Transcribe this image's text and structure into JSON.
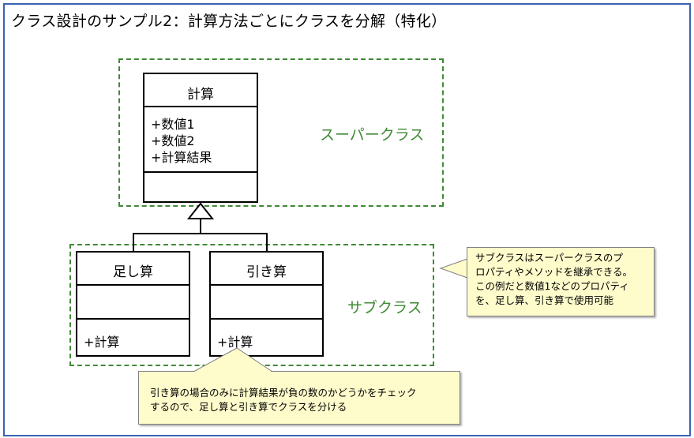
{
  "title": "クラス設計のサンプル2：計算方法ごとにクラスを分解（特化）",
  "superclass_label": "スーパークラス",
  "subclass_label": "サブクラス",
  "super_class": {
    "name": "計算",
    "attributes": [
      "+数値1",
      "+数値2",
      "+計算結果"
    ]
  },
  "sub_classes": [
    {
      "name": "足し算",
      "operation": "+計算"
    },
    {
      "name": "引き算",
      "operation": "+計算"
    }
  ],
  "callout_right": [
    "サブクラスはスーパークラスのプ",
    "ロパティやメソッドを継承できる。",
    "この例だと数値1などのプロパティ",
    "を、足し算、引き算で使用可能"
  ],
  "callout_bottom": [
    "引き算の場合のみに計算結果が負の数のかどうかをチェック",
    "するので、足し算と引き算でクラスを分ける"
  ],
  "colors": {
    "frame": "#3a63b3",
    "dashed_group": "#3f8a35",
    "callout_bg": "#fffccc"
  }
}
